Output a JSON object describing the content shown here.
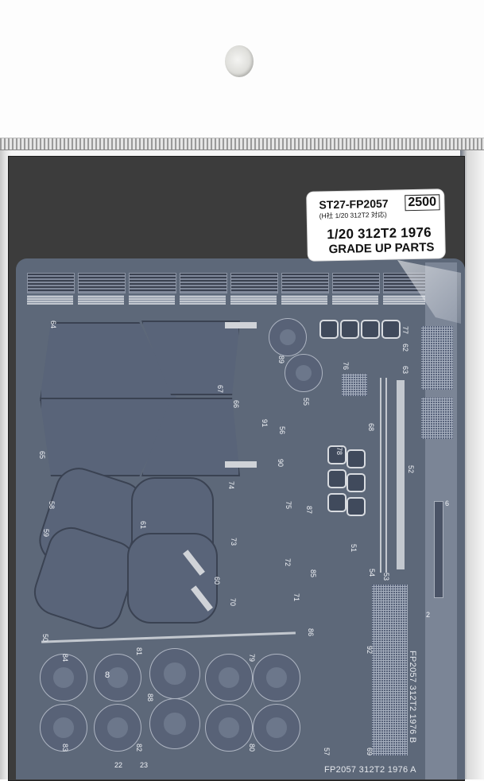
{
  "package": {
    "label": {
      "product_code": "ST27-FP2057",
      "compatibility_note": "(H社 1/20 312T2 対応)",
      "price": "2500",
      "title": "1/20 312T2 1976",
      "subtitle": "GRADE UP PARTS"
    },
    "fret_a_marking": "FP2057   312T2   1976   A",
    "fret_b_marking": "FP2057   312T2   1976   B",
    "part_numbers": {
      "p64": "64",
      "p65": "65",
      "p66": "66",
      "p67": "67",
      "p58": "58",
      "p59": "59",
      "p60": "60",
      "p61": "61",
      "p50": "50",
      "p89": "89",
      "p91": "91",
      "p55": "55",
      "p56": "56",
      "p90": "90",
      "p76": "76",
      "p77": "77",
      "p62": "62",
      "p63": "63",
      "p68": "68",
      "p78": "78",
      "p52": "52",
      "p6": "6",
      "p2": "2",
      "p74": "74",
      "p75": "75",
      "p73": "73",
      "p72": "72",
      "p87": "87",
      "p70": "70",
      "p71": "71",
      "p85": "85",
      "p86": "86",
      "p51": "51",
      "p54": "54",
      "p53": "53",
      "p92": "92",
      "p84": "84",
      "p81": "81",
      "p88": "88",
      "p79": "79",
      "p83": "83",
      "p82": "82",
      "p80": "80",
      "p57": "57",
      "p69": "69",
      "p22": "22",
      "p23": "23",
      "p8": "8"
    }
  }
}
